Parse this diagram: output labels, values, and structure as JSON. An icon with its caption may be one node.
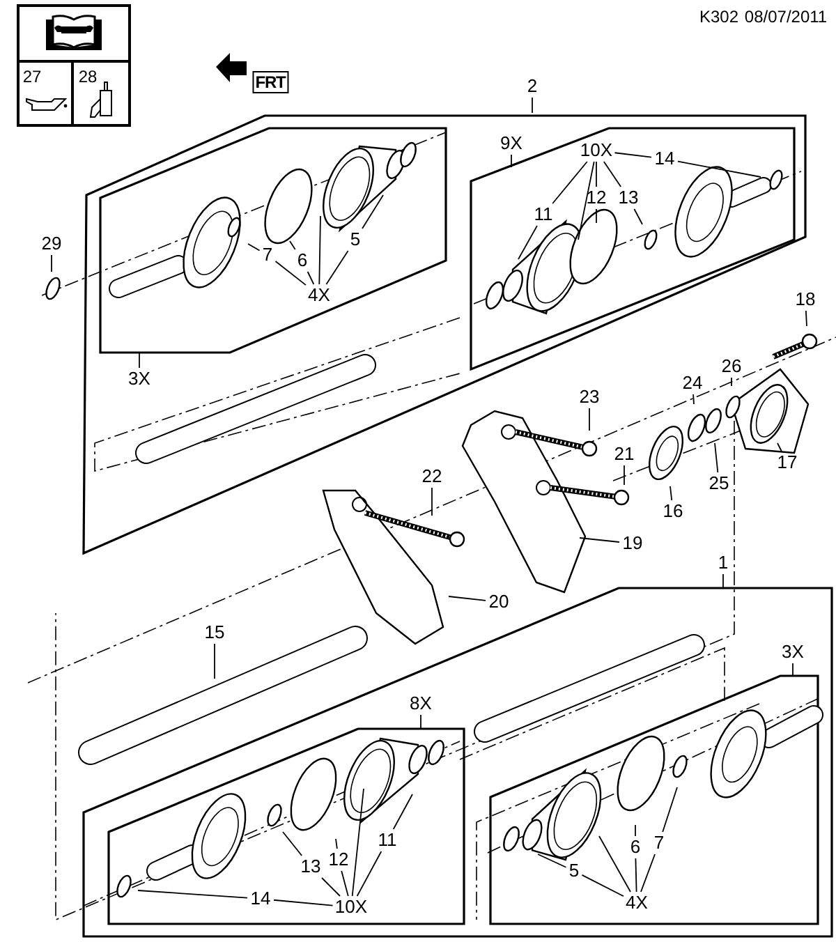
{
  "diagram": {
    "nodes": [
      {
        "text": [
          "2"
        ]
      },
      {
        "text": [
          "29"
        ]
      },
      {
        "text": [
          "7"
        ]
      },
      {
        "text": [
          "6"
        ]
      },
      {
        "text": [
          "5"
        ]
      },
      {
        "text": [
          "4X"
        ]
      },
      {
        "text": [
          "3X"
        ]
      },
      {
        "text": [
          "9X"
        ]
      },
      {
        "text": [
          "10X"
        ]
      },
      {
        "text": [
          "14"
        ]
      },
      {
        "text": [
          "11"
        ]
      },
      {
        "text": [
          "12"
        ]
      },
      {
        "text": [
          "13"
        ]
      },
      {
        "text": [
          "18"
        ]
      },
      {
        "text": [
          "26"
        ]
      },
      {
        "text": [
          "24"
        ]
      },
      {
        "text": [
          "23"
        ]
      },
      {
        "text": [
          "21"
        ]
      },
      {
        "text": [
          "17"
        ]
      },
      {
        "text": [
          "22"
        ]
      },
      {
        "text": [
          "25"
        ]
      },
      {
        "text": [
          "16"
        ]
      },
      {
        "text": [
          "19"
        ]
      },
      {
        "text": [
          "1"
        ]
      },
      {
        "text": [
          "20"
        ]
      },
      {
        "text": [
          "15"
        ]
      },
      {
        "text": [
          "8X"
        ]
      },
      {
        "text": [
          "11"
        ]
      },
      {
        "text": [
          "12"
        ]
      },
      {
        "text": [
          "13"
        ]
      },
      {
        "text": [
          "14"
        ]
      },
      {
        "text": [
          "10X"
        ]
      },
      {
        "text": [
          "3X"
        ]
      },
      {
        "text": [
          "5"
        ]
      },
      {
        "text": [
          "6"
        ]
      },
      {
        "text": [
          "7"
        ]
      },
      {
        "text": [
          "4X"
        ]
      }
    ],
    "edges": [
      {
        "from": 0,
        "to": null,
        "arrow": "none"
      },
      {
        "from": 1,
        "to": null,
        "arrow": "none"
      },
      {
        "from": 2,
        "to": null,
        "arrow": "none"
      },
      {
        "from": 3,
        "to": null,
        "arrow": "none"
      },
      {
        "from": 4,
        "to": null,
        "arrow": "none"
      },
      {
        "from": 5,
        "to": 2,
        "arrow": "none"
      },
      {
        "from": 5,
        "to": 3,
        "arrow": "none"
      },
      {
        "from": 5,
        "to": null,
        "arrow": "none"
      },
      {
        "from": 5,
        "to": 4,
        "arrow": "none"
      },
      {
        "from": 6,
        "to": null,
        "arrow": "none"
      },
      {
        "from": 7,
        "to": null,
        "arrow": "none"
      },
      {
        "from": 8,
        "to": 10,
        "arrow": "none"
      },
      {
        "from": 8,
        "to": null,
        "arrow": "none"
      },
      {
        "from": 8,
        "to": 11,
        "arrow": "none"
      },
      {
        "from": 8,
        "to": 12,
        "arrow": "none"
      },
      {
        "from": 8,
        "to": 9,
        "arrow": "none"
      },
      {
        "from": 9,
        "to": null,
        "arrow": "none"
      },
      {
        "from": 10,
        "to": null,
        "arrow": "none"
      },
      {
        "from": 11,
        "to": null,
        "arrow": "none"
      },
      {
        "from": 12,
        "to": null,
        "arrow": "none"
      },
      {
        "from": 13,
        "to": null,
        "arrow": "none"
      },
      {
        "from": 14,
        "to": null,
        "arrow": "none"
      },
      {
        "from": 15,
        "to": null,
        "arrow": "none"
      },
      {
        "from": 16,
        "to": null,
        "arrow": "none"
      },
      {
        "from": 17,
        "to": null,
        "arrow": "none"
      },
      {
        "from": 18,
        "to": null,
        "arrow": "none"
      },
      {
        "from": 19,
        "to": null,
        "arrow": "none"
      },
      {
        "from": 20,
        "to": null,
        "arrow": "none"
      },
      {
        "from": 21,
        "to": null,
        "arrow": "none"
      },
      {
        "from": 22,
        "to": null,
        "arrow": "none"
      },
      {
        "from": 23,
        "to": null,
        "arrow": "none"
      },
      {
        "from": 24,
        "to": null,
        "arrow": "none"
      },
      {
        "from": 25,
        "to": null,
        "arrow": "none"
      },
      {
        "from": 26,
        "to": null,
        "arrow": "none"
      },
      {
        "from": 27,
        "to": null,
        "arrow": "none"
      },
      {
        "from": 28,
        "to": null,
        "arrow": "none"
      },
      {
        "from": 29,
        "to": null,
        "arrow": "none"
      },
      {
        "from": 30,
        "to": null,
        "arrow": "none"
      },
      {
        "from": 30,
        "to": 31,
        "arrow": "none"
      },
      {
        "from": 31,
        "to": 29,
        "arrow": "none"
      },
      {
        "from": 31,
        "to": 28,
        "arrow": "none"
      },
      {
        "from": 31,
        "to": null,
        "arrow": "none"
      },
      {
        "from": 31,
        "to": 27,
        "arrow": "none"
      },
      {
        "from": 32,
        "to": null,
        "arrow": "none"
      },
      {
        "from": 33,
        "to": null,
        "arrow": "none"
      },
      {
        "from": 34,
        "to": null,
        "arrow": "none"
      },
      {
        "from": 35,
        "to": null,
        "arrow": "none"
      },
      {
        "from": 36,
        "to": 33,
        "arrow": "none"
      },
      {
        "from": 36,
        "to": null,
        "arrow": "none"
      },
      {
        "from": 36,
        "to": 34,
        "arrow": "none"
      },
      {
        "from": 36,
        "to": 35,
        "arrow": "none"
      }
    ],
    "labels": [
      "K302",
      "08/07/2011",
      "27",
      "28",
      "FRT"
    ]
  }
}
